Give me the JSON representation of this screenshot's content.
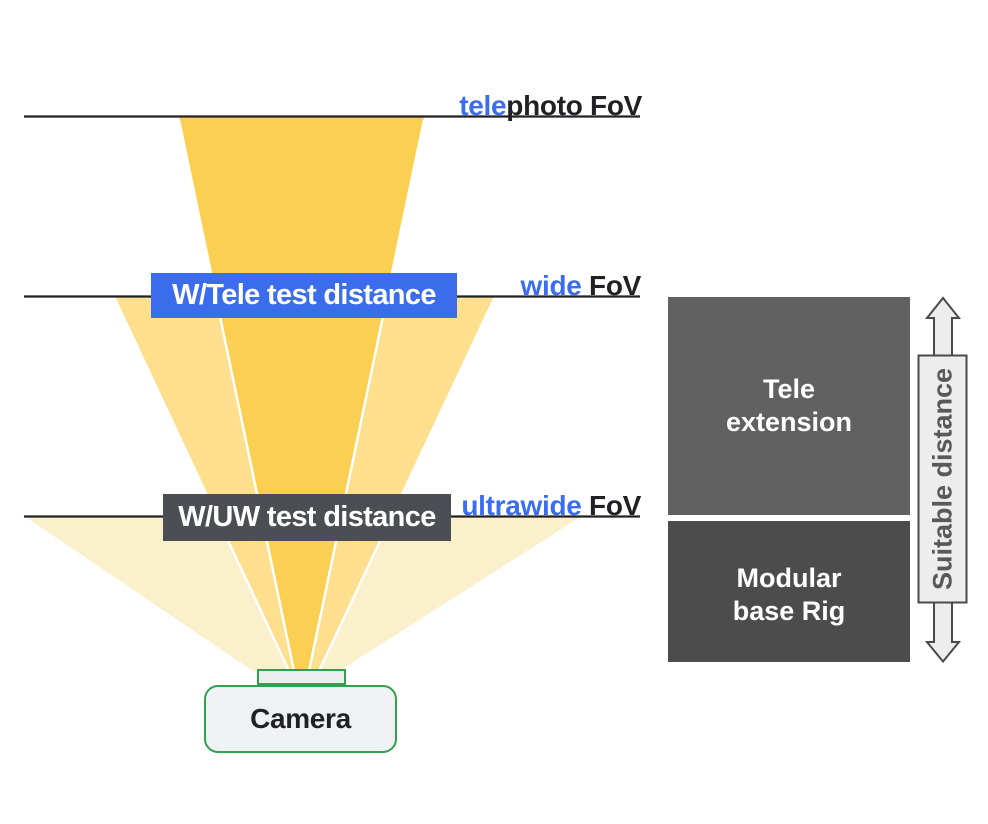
{
  "diagram": {
    "title_hidden": "",
    "fov_labels": {
      "telephoto": {
        "accent": "tele",
        "rest": "photo FoV"
      },
      "wide": {
        "accent": "wide",
        "rest": " FoV"
      },
      "ultrawide": {
        "accent": "ultrawide",
        "rest": " FoV"
      }
    },
    "markers": {
      "wtele": {
        "label": "W/Tele test distance"
      },
      "wuw": {
        "label": "W/UW test distance"
      }
    },
    "rig": {
      "tele_extension": {
        "line1": "Tele",
        "line2": "extension"
      },
      "modular_base": {
        "line1": "Modular",
        "line2": "base Rig"
      }
    },
    "arrow": {
      "label": "Suitable distance"
    },
    "camera": {
      "label": "Camera"
    },
    "colors": {
      "accent_blue": "#3b6def",
      "marker_blue": "#3b6cec",
      "marker_gray": "#4b4f54",
      "rig_gray_light": "#616161",
      "rig_gray_dark": "#4c4c4c",
      "cone_telephoto": "#fbcf51",
      "cone_wide": "#fddf8d",
      "cone_ultrawide": "#fbf0cc",
      "line_dark": "#202124",
      "camera_green": "#34a04e",
      "camera_fill": "#eff1f2",
      "arrow_fill": "#ededee",
      "arrow_border": "#4a4a4a"
    }
  }
}
